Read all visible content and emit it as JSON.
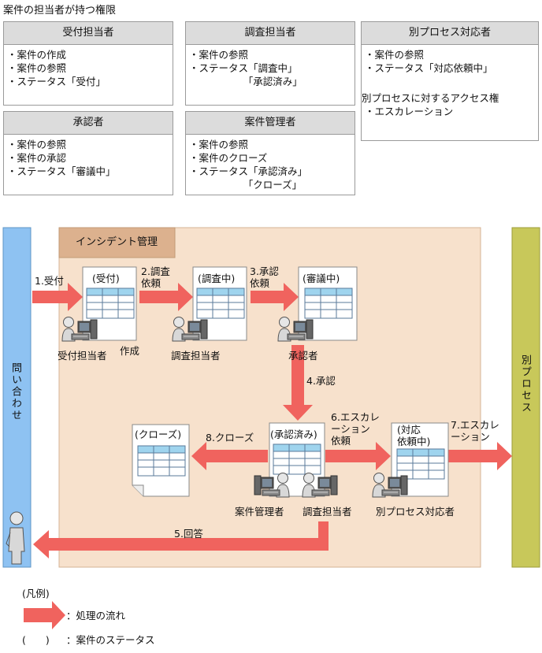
{
  "title": "案件の担当者が持つ権限",
  "roles": [
    {
      "name": "受付担当者",
      "lines": [
        "・案件の作成",
        "・案件の参照",
        "・ステータス「受付」"
      ]
    },
    {
      "name": "調査担当者",
      "lines": [
        "・案件の参照",
        "・ステータス「調査中」",
        "　　　　　　「承認済み」"
      ]
    },
    {
      "name": "別プロセス対応者",
      "lines": [
        "・案件の参照",
        "・ステータス「対応依頼中」"
      ],
      "extra_title": "別プロセスに対するアクセス権",
      "extra_lines": [
        "・エスカレーション"
      ]
    },
    {
      "name": "承認者",
      "lines": [
        "・案件の参照",
        "・案件の承認",
        "・ステータス「審議中」"
      ]
    },
    {
      "name": "案件管理者",
      "lines": [
        "・案件の参照",
        "・案件のクローズ",
        "・ステータス「承認済み」",
        "　　　　　　「クローズ」"
      ]
    }
  ],
  "inquiry_label": "問い合わせ",
  "other_process_label": "別プロセス",
  "incident_label": "インシデント管理",
  "statuses": {
    "accepted": "(受付)",
    "investigating": "(調査中)",
    "reviewing": "(審議中)",
    "approved": "(承認済み)",
    "closed": "(クローズ)",
    "requested": "(対応\n依頼中)"
  },
  "people": {
    "reception": "受付担当者",
    "investigator": "調査担当者",
    "approver": "承認者",
    "manager": "案件管理者",
    "investigator2": "調査担当者",
    "other": "別プロセス対応者"
  },
  "steps": {
    "s1": "1.受付",
    "s2": "2.調査\n依頼",
    "s3": "3.承認\n依頼",
    "s4": "4.承認",
    "s5": "5.回答",
    "s6": "6.エスカレ\nーション\n依頼",
    "s7": "7.エスカレ\nーション",
    "s8": "8.クローズ",
    "create": "作成"
  },
  "legend": {
    "title": "(凡例)",
    "flow": "：処理の流れ",
    "status_sym": "(　　)",
    "status": "：案件のステータス"
  },
  "colors": {
    "arrow": "#f0635e",
    "inquiry_bar": "#8ec2f2",
    "other_bar": "#c8c85a",
    "incident_bg": "#f7e1cc",
    "incident_tab": "#dcb18e",
    "table_head": "#9fd4ee"
  }
}
